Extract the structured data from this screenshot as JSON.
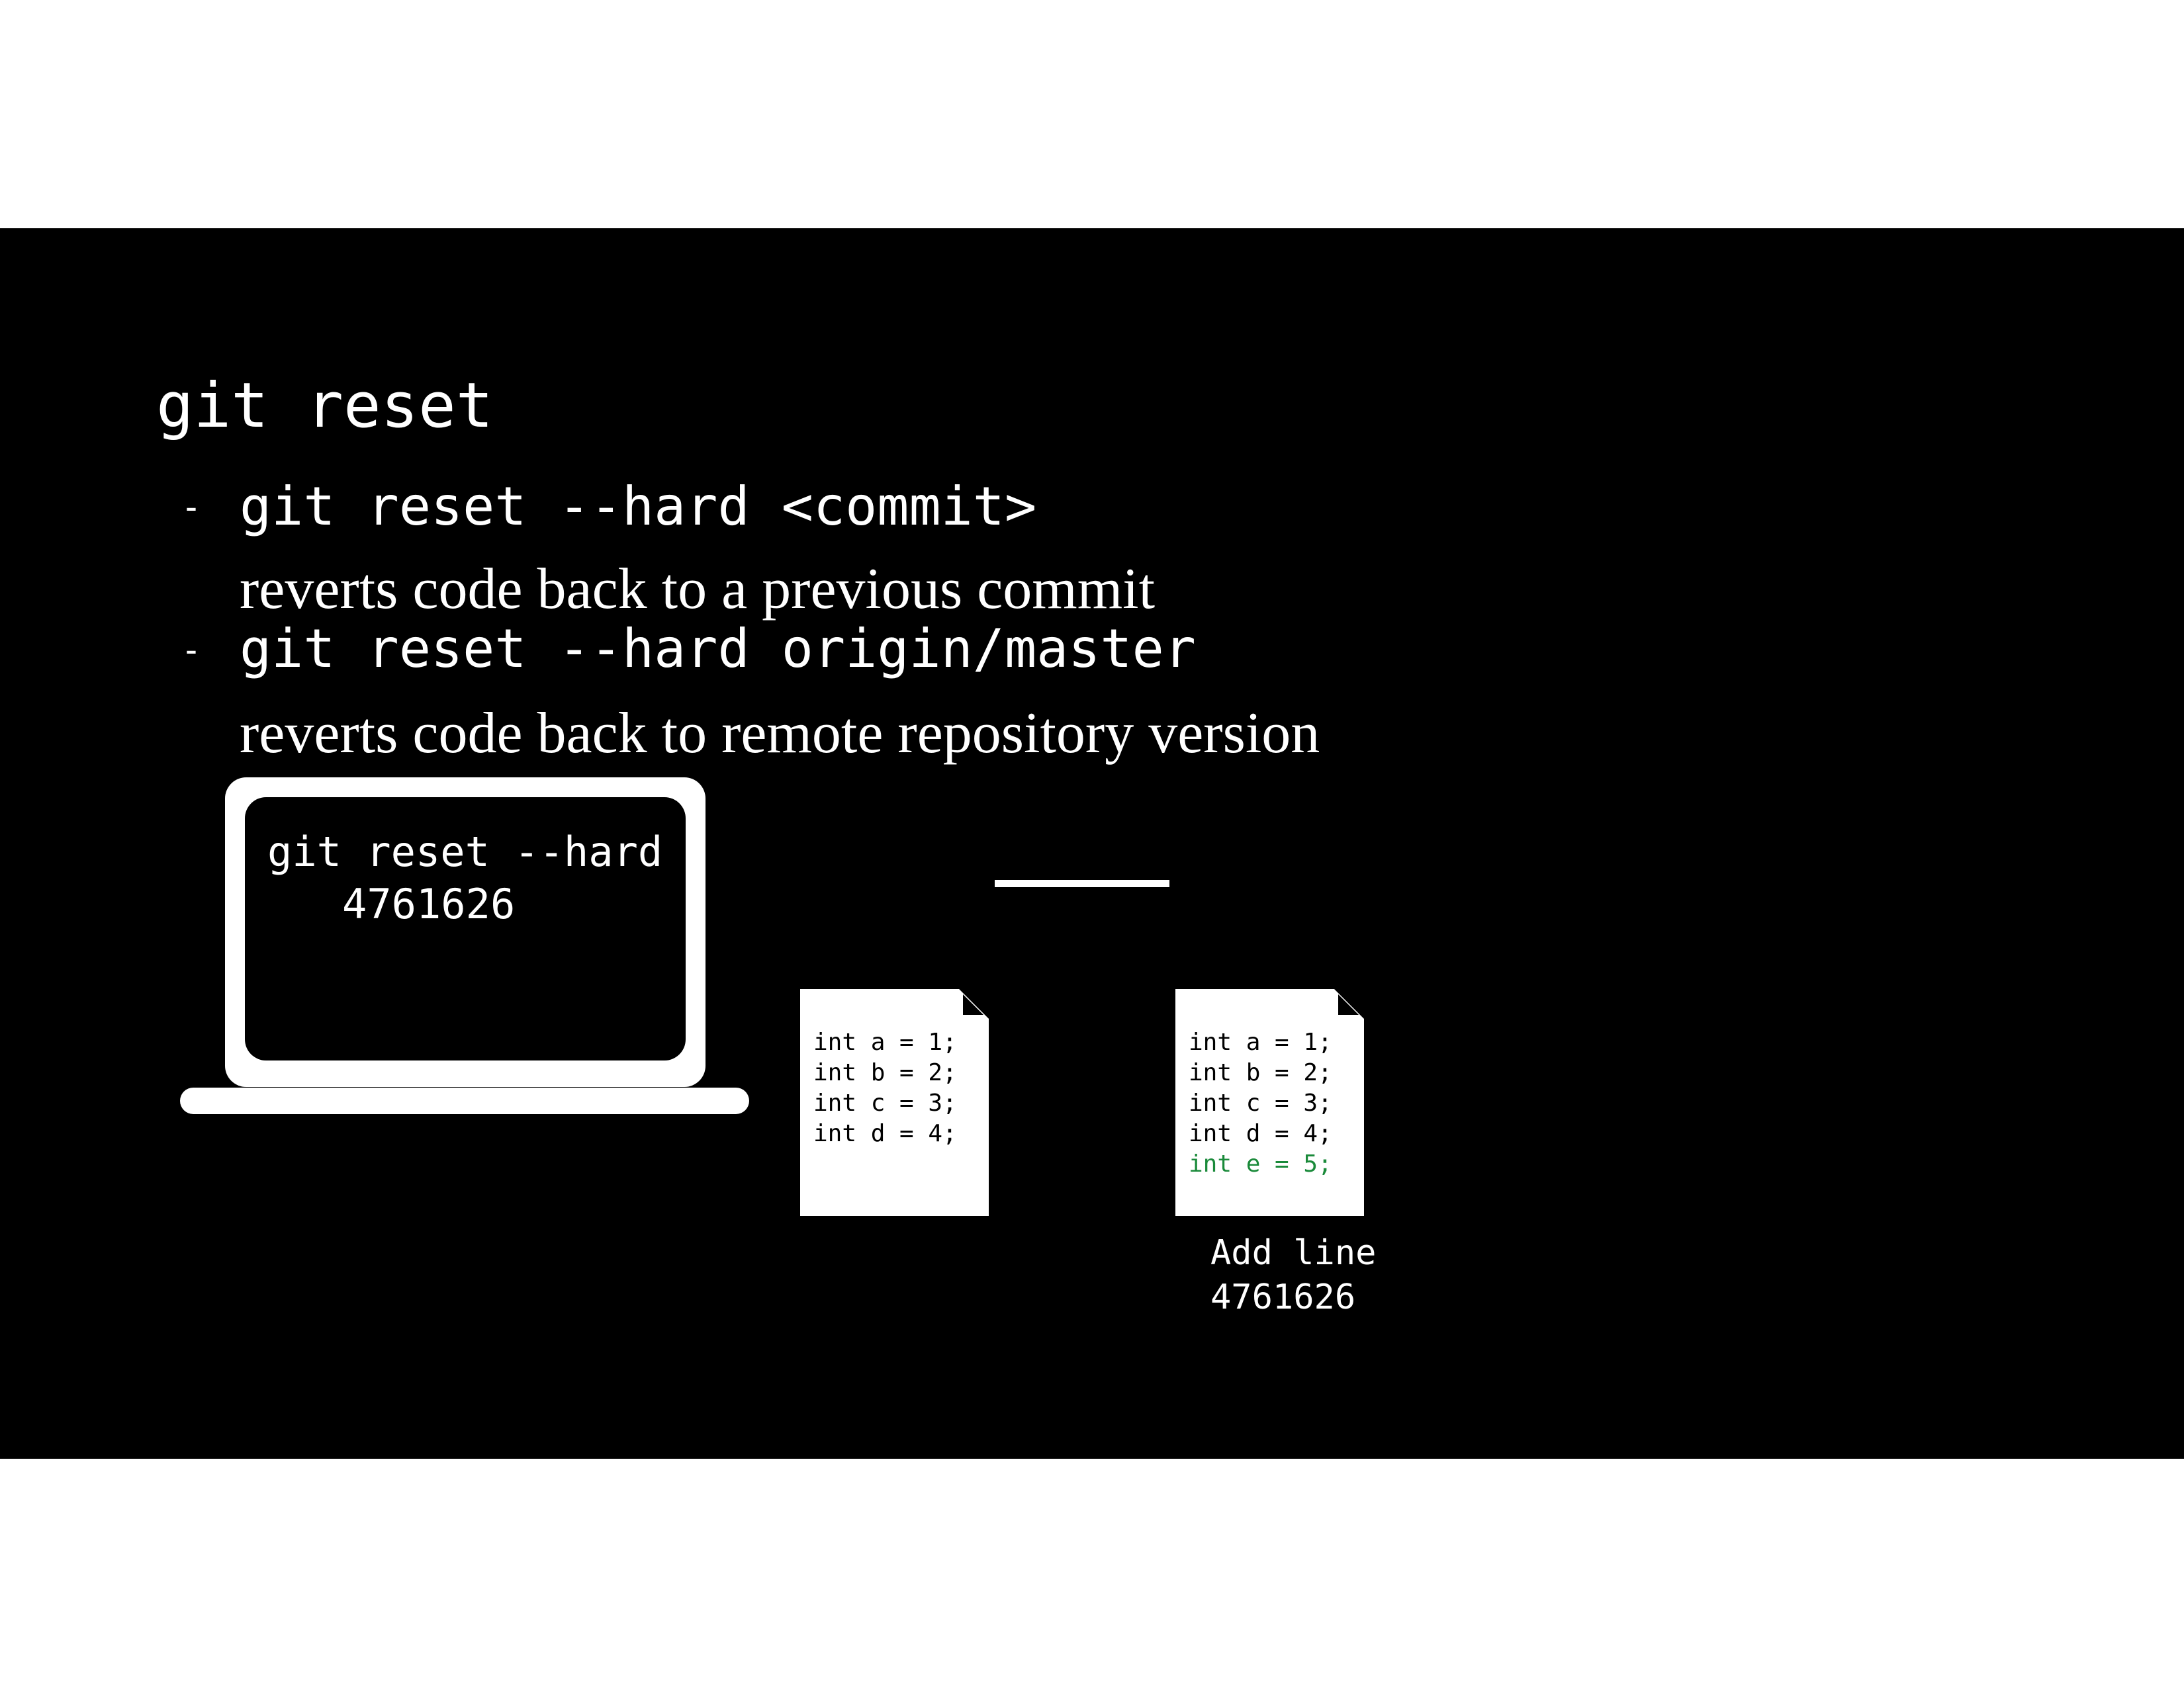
{
  "slide": {
    "title": "git reset",
    "bullets": [
      {
        "marker": "-",
        "command": "git reset --hard <commit>",
        "description": "reverts code back to a previous commit"
      },
      {
        "marker": "-",
        "command": "git reset --hard origin/master",
        "description": "reverts code back to remote repository version"
      }
    ]
  },
  "diagram": {
    "terminal": {
      "line1": "git reset --hard",
      "line2": "4761626"
    },
    "documents": [
      {
        "lines": [
          "int a = 1;",
          "int b = 2;",
          "int c = 3;",
          "int d = 4;"
        ]
      },
      {
        "lines": [
          "int a = 1;",
          "int b = 2;",
          "int c = 3;",
          "int d = 4;"
        ],
        "added_line": "int e = 5;"
      }
    ],
    "commit": {
      "message": "Add line",
      "hash": "4761626"
    },
    "colors": {
      "background": "#000000",
      "foreground": "#ffffff",
      "added_code": "#1a8a3a"
    }
  }
}
